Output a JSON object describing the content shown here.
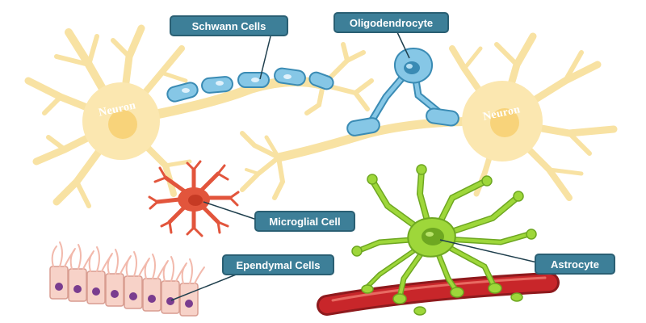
{
  "labels": {
    "schwann": "Schwann Cells",
    "oligodendrocyte": "Oligodendrocyte",
    "microglial": "Microglial Cell",
    "ependymal": "Ependymal Cells",
    "astrocyte": "Astrocyte",
    "neuron_left": "Neuron",
    "neuron_right": "Neuron"
  },
  "colors": {
    "callout_fill": "#3d7f98",
    "neuron": "#fbe7b0",
    "myelin": "#86c7e6",
    "microglia": "#e2553c",
    "astrocyte": "#9ed73a",
    "vessel": "#c8262a",
    "ependymal": "#f7d2c8"
  }
}
